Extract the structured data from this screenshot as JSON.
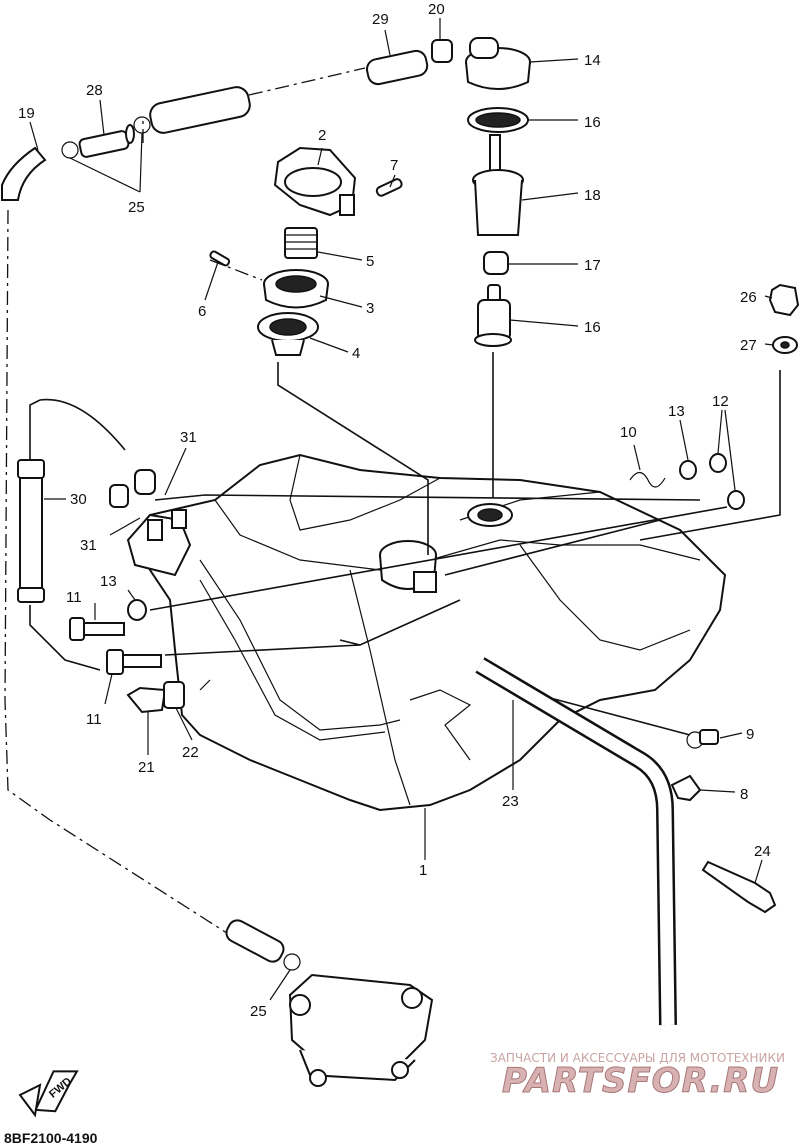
{
  "diagram": {
    "callouts": [
      {
        "id": "c1",
        "text": "1"
      },
      {
        "id": "c2",
        "text": "2"
      },
      {
        "id": "c3",
        "text": "3"
      },
      {
        "id": "c4",
        "text": "4"
      },
      {
        "id": "c5",
        "text": "5"
      },
      {
        "id": "c6",
        "text": "6"
      },
      {
        "id": "c7",
        "text": "7"
      },
      {
        "id": "c8",
        "text": "8"
      },
      {
        "id": "c9",
        "text": "9"
      },
      {
        "id": "c10",
        "text": "10"
      },
      {
        "id": "c11a",
        "text": "11"
      },
      {
        "id": "c11b",
        "text": "11"
      },
      {
        "id": "c12",
        "text": "12"
      },
      {
        "id": "c13a",
        "text": "13"
      },
      {
        "id": "c13b",
        "text": "13"
      },
      {
        "id": "c14",
        "text": "14"
      },
      {
        "id": "c16a",
        "text": "16"
      },
      {
        "id": "c16b",
        "text": "16"
      },
      {
        "id": "c17",
        "text": "17"
      },
      {
        "id": "c18",
        "text": "18"
      },
      {
        "id": "c19",
        "text": "19"
      },
      {
        "id": "c20",
        "text": "20"
      },
      {
        "id": "c21",
        "text": "21"
      },
      {
        "id": "c22",
        "text": "22"
      },
      {
        "id": "c23",
        "text": "23"
      },
      {
        "id": "c24",
        "text": "24"
      },
      {
        "id": "c25a",
        "text": "25"
      },
      {
        "id": "c25b",
        "text": "25"
      },
      {
        "id": "c26",
        "text": "26"
      },
      {
        "id": "c27",
        "text": "27"
      },
      {
        "id": "c28",
        "text": "28"
      },
      {
        "id": "c29",
        "text": "29"
      },
      {
        "id": "c30",
        "text": "30"
      },
      {
        "id": "c31a",
        "text": "31"
      },
      {
        "id": "c31b",
        "text": "31"
      }
    ],
    "diagram_code": "8BF2100-4190",
    "fwd_label": "FWD"
  },
  "watermark": {
    "tagline": "ЗАПЧАСТИ И АКСЕССУАРЫ ДЛЯ МОТОТЕХНИКИ",
    "logo": "PARTSFOR.RU"
  }
}
